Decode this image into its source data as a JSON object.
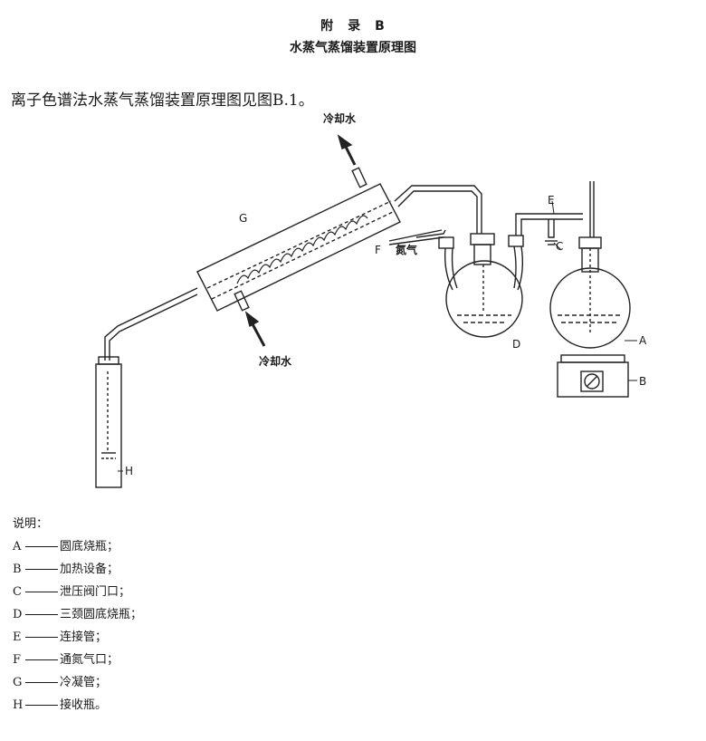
{
  "heading": {
    "appendix": "附　录　B",
    "title": "水蒸气蒸馏装置原理图"
  },
  "intro": "离子色谱法水蒸气蒸馏装置原理图见图B.1。",
  "figure": {
    "labels": {
      "cooling_water_top": "冷却水",
      "cooling_water_bottom": "冷却水",
      "nitrogen": "氮气",
      "A": "A",
      "B": "B",
      "C": "C",
      "D": "D",
      "E": "E",
      "F": "F",
      "G": "G",
      "H": "H"
    }
  },
  "legend": {
    "heading": "说明：",
    "items": [
      {
        "key": "A",
        "text": "圆底烧瓶；"
      },
      {
        "key": "B",
        "text": "加热设备；"
      },
      {
        "key": "C",
        "text": "泄压阀门口；"
      },
      {
        "key": "D",
        "text": "三颈圆底烧瓶；"
      },
      {
        "key": "E",
        "text": "连接管；"
      },
      {
        "key": "F",
        "text": "通氮气口；"
      },
      {
        "key": "G",
        "text": "冷凝管；"
      },
      {
        "key": "H",
        "text": "接收瓶。"
      }
    ]
  }
}
